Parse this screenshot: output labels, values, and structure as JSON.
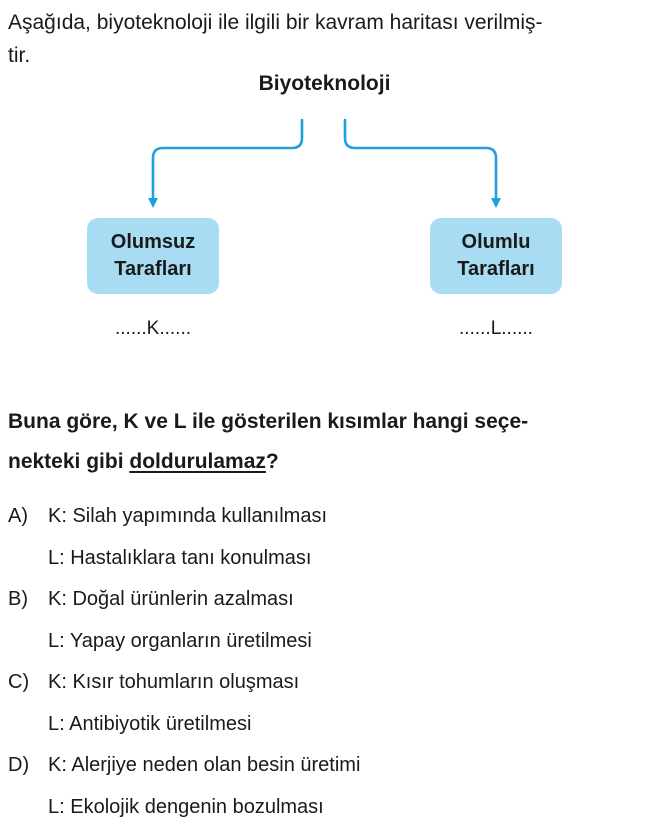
{
  "intro": {
    "line1": "Aşağıda, biyoteknoloji ile ilgili bir kavram haritası verilmiş-",
    "line2": "tir."
  },
  "concept_map": {
    "root": "Biyoteknoloji",
    "left_box": {
      "line1": "Olumsuz",
      "line2": "Tarafları"
    },
    "right_box": {
      "line1": "Olumlu",
      "line2": "Tarafları"
    },
    "left_placeholder": "......K......",
    "right_placeholder": "......L......",
    "arrow_color": "#1ea0dc",
    "box_color": "#a7dcf3"
  },
  "question": {
    "part1": "Buna göre, K ve L ile gösterilen kısımlar hangi seçe-",
    "part2_prefix": "nekteki gibi ",
    "part2_underlined": "doldurulamaz",
    "part2_suffix": "?"
  },
  "options": [
    {
      "letter": "A)",
      "k": "K: Silah yapımında kullanılması",
      "l": "L: Hastalıklara tanı konulması"
    },
    {
      "letter": "B)",
      "k": "K: Doğal ürünlerin azalması",
      "l": "L: Yapay organların üretilmesi"
    },
    {
      "letter": "C)",
      "k": "K: Kısır tohumların oluşması",
      "l": "L: Antibiyotik üretilmesi"
    },
    {
      "letter": "D)",
      "k": "K: Alerjiye neden olan besin üretimi",
      "l": "L: Ekolojik dengenin bozulması"
    }
  ]
}
